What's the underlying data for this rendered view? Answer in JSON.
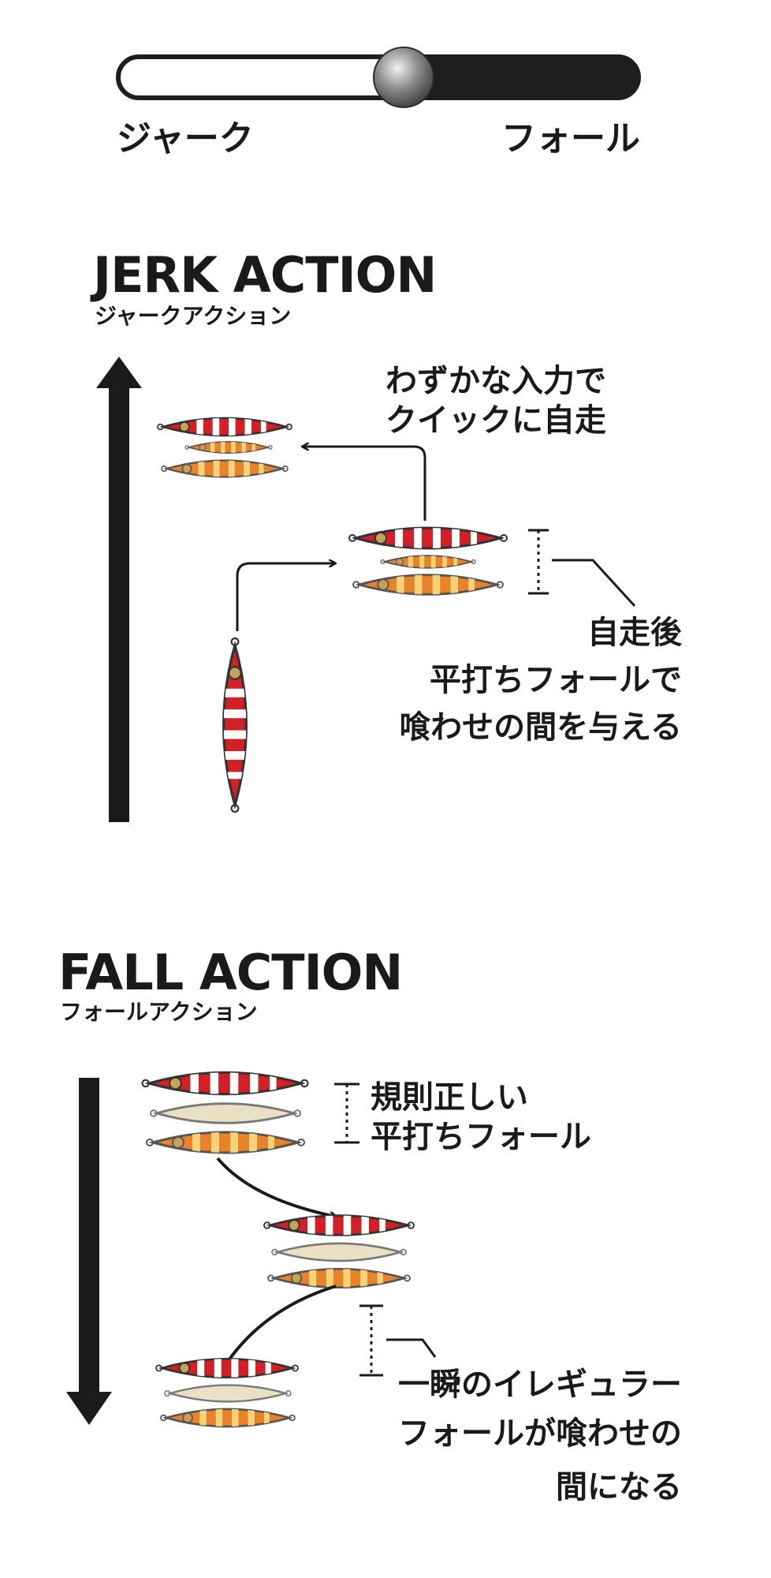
{
  "slider": {
    "left_label": "ジャーク",
    "right_label": "フォール",
    "position_fraction": 0.55,
    "colors": {
      "track_empty": "#ffffff",
      "track_filled": "#1e1e1e",
      "knob": "#8a8a8a"
    }
  },
  "jerk": {
    "title": "JERK ACTION",
    "subtitle": "ジャークアクション",
    "note_top": [
      "わずかな入力で",
      "クイックに自走"
    ],
    "note_bottom": [
      "自走後",
      "平打ちフォールで",
      "喰わせの間を与える"
    ]
  },
  "fall": {
    "title": "FALL ACTION",
    "subtitle": "フォールアクション",
    "note_top": [
      "規則正しい",
      "平打ちフォール"
    ],
    "note_bottom": [
      "一瞬のイレギュラー",
      "フォールが喰わせの",
      "間になる"
    ]
  },
  "colors": {
    "red": "#d32026",
    "orange": "#e8832a",
    "yellow": "#f7d27a",
    "cream": "#e9e0c6",
    "ink": "#1a1a1a"
  }
}
